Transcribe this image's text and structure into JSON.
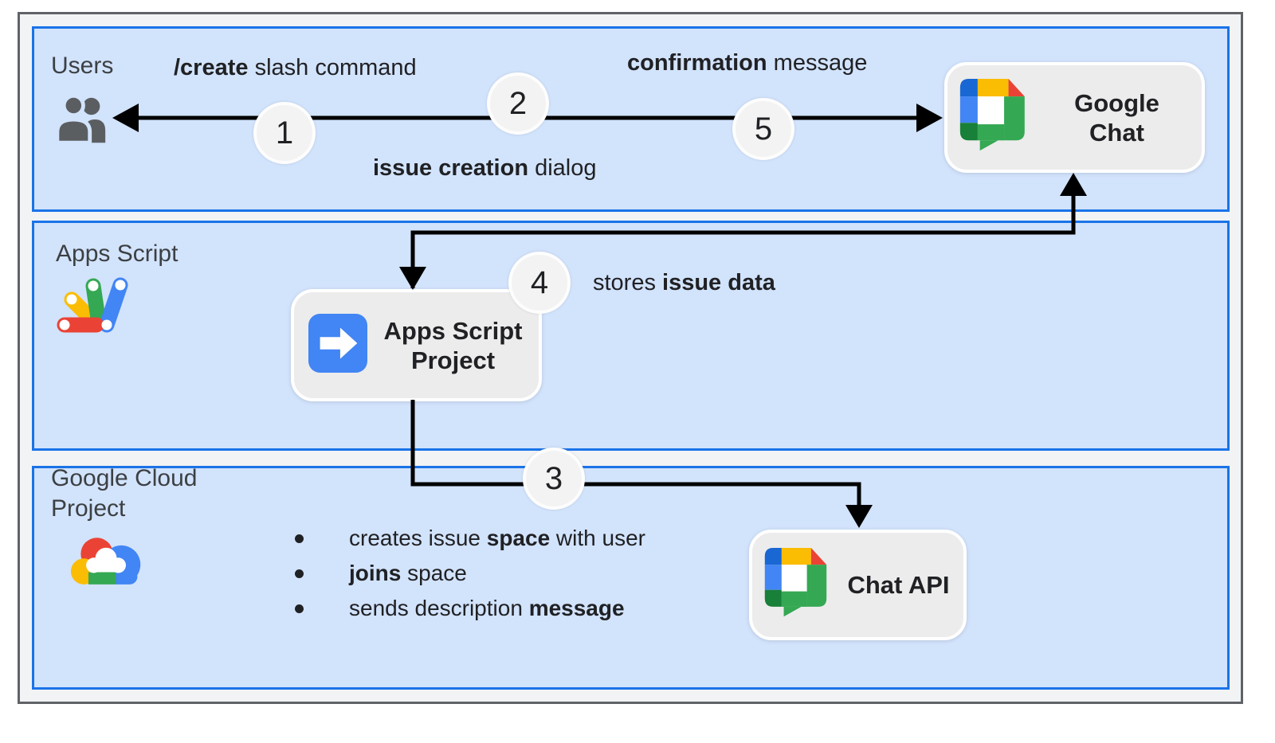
{
  "bands": {
    "users": {
      "label": "Users"
    },
    "apps_script": {
      "label": "Apps Script"
    },
    "gcp": {
      "label": "Google Cloud Project"
    }
  },
  "flow_labels": {
    "slash_command": {
      "bold": "/create",
      "rest": " slash command"
    },
    "issue_dialog": {
      "bold": "issue creation",
      "rest": " dialog"
    },
    "confirmation": {
      "bold": "confirmation",
      "rest": " message"
    },
    "stores": {
      "pre": "stores ",
      "bold": "issue data"
    }
  },
  "steps": {
    "s1": "1",
    "s2": "2",
    "s3": "3",
    "s4": "4",
    "s5": "5"
  },
  "nodes": {
    "google_chat": {
      "line1": "Google",
      "line2": "Chat"
    },
    "apps_script_project": {
      "line1": "Apps Script",
      "line2": "Project"
    },
    "chat_api": {
      "label": "Chat API"
    }
  },
  "bullets": [
    {
      "pre": "creates issue ",
      "bold": "space",
      "post": " with user"
    },
    {
      "pre": "",
      "bold": "joins",
      "post": " space"
    },
    {
      "pre": "sends description ",
      "bold": "message",
      "post": ""
    }
  ],
  "colors": {
    "band_fill": "#d2e3fc",
    "band_border": "#1a73e8",
    "canvas_fill": "#f1f3f4",
    "canvas_border": "#5f6368",
    "node_fill": "#ececec",
    "arrow": "#000000",
    "text": "#202124",
    "google_blue": "#4285f4",
    "google_red": "#ea4335",
    "google_yellow": "#fbbc04",
    "google_green": "#34a853",
    "dark_green": "#188038",
    "dark_blue": "#1967d2",
    "icon_gray": "#5b5e61"
  }
}
